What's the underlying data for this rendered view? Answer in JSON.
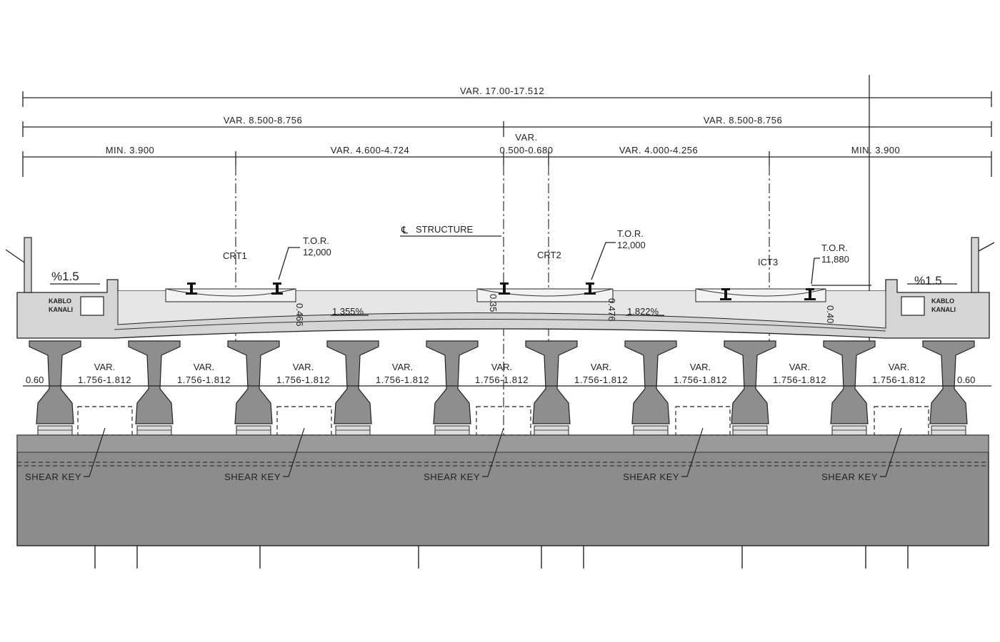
{
  "dimensions": {
    "overall": "VAR. 17.00-17.512",
    "half_left": "VAR. 8.500-8.756",
    "half_right": "VAR. 8.500-8.756",
    "seg_min_left": "MIN. 3.900",
    "seg_left_mid": "VAR. 4.600-4.724",
    "seg_center_var": "VAR.",
    "seg_center_val": "0.500-0.680",
    "seg_right_mid": "VAR. 4.000-4.256",
    "seg_min_right": "MIN. 3.900"
  },
  "centerline_label": "STRUCTURE",
  "tracks": [
    {
      "name": "CRT1",
      "tor_label": "T.O.R.",
      "tor_value": "12,000"
    },
    {
      "name": "CRT2",
      "tor_label": "T.O.R.",
      "tor_value": "12,000"
    },
    {
      "name": "ICT3",
      "tor_label": "T.O.R.",
      "tor_value": "11,880"
    }
  ],
  "slopes": {
    "left": "1.355%",
    "right": "1.822%"
  },
  "cross_slope_left": "%1.5",
  "cross_slope_right": "%1.5",
  "thicknesses": [
    "0.466",
    "0.35",
    "0.476",
    "0.40"
  ],
  "cable_channel": {
    "line1": "KABLO",
    "line2": "KANALI"
  },
  "girder_spacing": {
    "var": "VAR.",
    "range": "1.756-1.812"
  },
  "edge_offset": "0.60",
  "shear_key_label": "SHEAR KEY"
}
